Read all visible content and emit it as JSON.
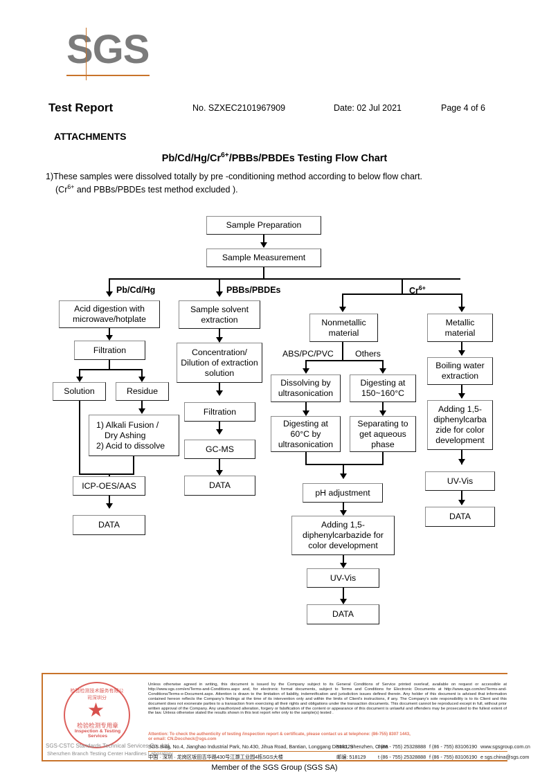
{
  "logo": {
    "text": "SGS"
  },
  "header": {
    "title": "Test Report",
    "report_no": "No. SZXEC2101967909",
    "date": "Date: 02 Jul 2021",
    "page": "Page 4 of 6",
    "attachments": "ATTACHMENTS"
  },
  "chart": {
    "title_prefix": "Pb/Cd/Hg/Cr",
    "title_sup": "6+",
    "title_suffix": "/PBBs/PBDEs Testing Flow Chart",
    "note1": "1)These samples were dissolved totally by pre -conditioning method according to below flow chart.",
    "note2_prefix": "(Cr",
    "note2_sup": "6+",
    "note2_suffix": " and PBBs/PBDEs  test method excluded )."
  },
  "flow": {
    "start": "Sample Preparation",
    "measurement": "Sample Measurement",
    "branch_labels": {
      "metals": "Pb/Cd/Hg",
      "pbbs": "PBBs/PBDEs",
      "cr_prefix": "Cr",
      "cr_sup": "6+"
    },
    "metals_path": {
      "digestion": "Acid digestion with microwave/hotplate",
      "filtration": "Filtration",
      "solution": "Solution",
      "residue": "Residue",
      "fusion_line1": "1) Alkali Fusion /",
      "fusion_line2": "Dry Ashing",
      "fusion_line3": "2) Acid to dissolve",
      "instrument": "ICP-OES/AAS",
      "data": "DATA"
    },
    "pbbs_path": {
      "extraction": "Sample solvent extraction",
      "concentration": "Concentration/ Dilution of extraction solution",
      "filtration": "Filtration",
      "instrument": "GC-MS",
      "data": "DATA"
    },
    "cr_path": {
      "nonmetallic": "Nonmetallic material",
      "metallic": "Metallic material",
      "sub_label_abs": "ABS/PC/PVC",
      "sub_label_others": "Others",
      "dissolving": "Dissolving by ultrasonication",
      "digesting_high": "Digesting at 150~160°C",
      "digesting_60": "Digesting at 60°C by ultrasonication",
      "separating": "Separating to get aqueous phase",
      "ph": "pH adjustment",
      "color_dev": "Adding 1,5-diphenylcarbazide for color development",
      "uvvis": "UV-Vis",
      "data": "DATA",
      "boiling": "Boiling water extraction",
      "color_dev_metal": "Adding 1,5-diphenylcarba zide for color development",
      "uvvis_metal": "UV-Vis",
      "data_metal": "DATA"
    }
  },
  "footer": {
    "stamp": {
      "arc_top": "检验检测技术服务有限公司深圳分",
      "cn": "检验检测专用章",
      "en": "Inspection & Testing Services",
      "star": "★",
      "line1": "SGS-CSTC Standards Technical Services Co., Ltd.",
      "line2": "Shenzhen Branch Testing Center Hardlines Laboratory"
    },
    "disclaimer": "Unless otherwise agreed in writing, this document is issued by the Company subject to its General Conditions of Service printed overleaf, available on request or accessible at http://www.sgs.com/en/Terms-and-Conditions.aspx and, for electronic format documents, subject to Terms and Conditions for Electronic Documents at http://www.sgs.com/en/Terms-and-Conditions/Terms-e-Document.aspx. Attention is drawn to the limitation of liability, indemnification and jurisdiction issues defined therein. Any holder of this document is advised that information contained hereon reflects the Company's findings at the time of its intervention only and within the limits of Client's instructions, if any. The Company's sole responsibility is to its Client and this document does not exonerate parties to a transaction from exercising all their rights and obligations under the transaction documents. This document cannot be reproduced except in full, without prior written approval of the Company. Any unauthorized alteration, forgery or falsification of the content or appearance of this document is unlawful and offenders may be prosecuted to the fullest extent of the law. Unless otherwise stated the results shown in this test report refer only to the sample(s) tested .",
    "attention_line1": "Attention: To check the authenticity of testing /inspection report & certificate, please contact us at telephone: (86-755) 8307 1443,",
    "attention_line2": "or email: CN.Doccheck@sgs.com",
    "address_en": {
      "main": "SGS Bldg, No.4, Jianghao Industrial Park, No.430, Jihua Road, Bantian, Longgang District, Shenzhen, China",
      "zip": "518129",
      "tel": "t (86 - 755) 25328888",
      "fax": "f (86 - 755) 83106190",
      "web": "www.sgsgroup.com.cn"
    },
    "address_cn": {
      "main": "中国 · 深圳 · 龙岗区坂田吉华路430号江灏工业园4栋SGS大楼",
      "zip": "邮编: 518129",
      "tel": "t (86 - 755) 25328888",
      "fax": "f (86 - 755) 83106190",
      "web": "e  sgs.china@sgs.com"
    },
    "member": "Member of the SGS Group (SGS SA)"
  }
}
